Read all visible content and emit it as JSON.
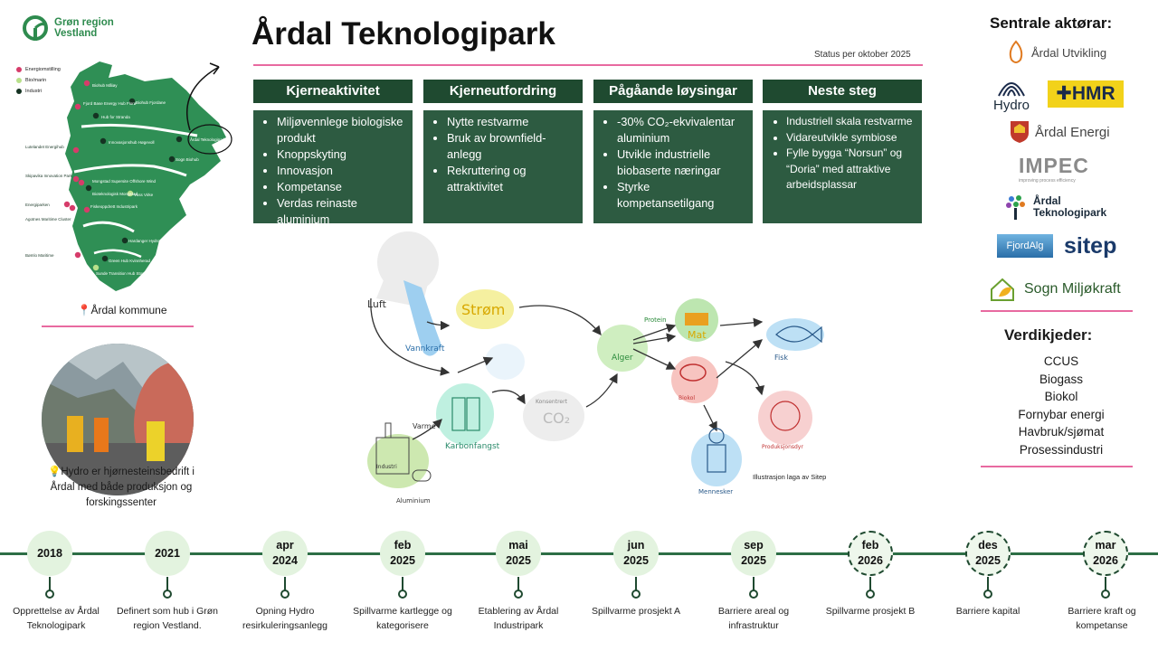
{
  "logo": {
    "line1": "Grøn region",
    "line2": "Vestland"
  },
  "map": {
    "legend": [
      {
        "label": "Energiomstilling",
        "color": "#d63c6a"
      },
      {
        "label": "Bio/marin",
        "color": "#b8e08a"
      },
      {
        "label": "Industri",
        "color": "#153322"
      }
    ],
    "places": [
      "Biohub Måløy",
      "Fjord Base Energy Hub Florø",
      "Hub for Stranda",
      "Biohub Fjordane",
      "Innovasjonshub Høgevoll",
      "Lutelandet Energihub",
      "Årdal Teknologipark",
      "Sogn Biohub",
      "Skipavika Innovation Park",
      "Mongstad Supersite Offshore Wind",
      "Bioteknologisk Mongstad",
      "Voss Virke",
      "Energiparken",
      "Fiskeoppdrett Industripark",
      "Agotnes Maritime Cluster",
      "Hardanger Hydrogen Hub",
      "Bømlo Maritime",
      "Green Hub Kvinnherad",
      "Sunde Transition Hub Stord"
    ],
    "kommune_label": "Årdal kommune"
  },
  "photo_caption": "Hydro er hjørnesteinsbedrift i Årdal med både produksjon og forskingssenter",
  "title": "Årdal Teknologipark",
  "status": "Status per oktober 2025",
  "columns": [
    {
      "heading": "Kjerneaktivitet",
      "items": [
        "Miljøvennlege biologiske produkt",
        "Knoppskyting",
        "Innovasjon",
        "Kompetanse",
        "Verdas reinaste aluminium"
      ]
    },
    {
      "heading": "Kjerneutfordring",
      "items": [
        "Nytte restvarme",
        "Bruk av brownfield-anlegg",
        "Rekruttering og attraktivitet"
      ]
    },
    {
      "heading": "Pågåande løysingar",
      "items": [
        "-30% CO₂-ekvivalentar aluminium",
        "Utvikle industrielle biobaserte næringar",
        "Styrke kompetansetilgang"
      ]
    },
    {
      "heading": "Neste steg",
      "items": [
        "Industriell skala restvarme",
        "Vidareutvikle symbiose",
        "Fylle bygga “Norsun” og “Doria” med attraktive arbeidsplassar"
      ]
    }
  ],
  "actors": {
    "title": "Sentrale aktørar:",
    "names": [
      "Årdal Utvikling",
      "Hydro",
      "HMR",
      "Årdal Energi",
      "IMPEC",
      "improving process efficiency",
      "Årdal Teknologipark",
      "FjordAlg",
      "sitep",
      "Sogn Miljøkraft"
    ]
  },
  "verdikjeder": {
    "title": "Verdikjeder:",
    "items": [
      "CCUS",
      "Biogass",
      "Biokol",
      "Fornybar energi",
      "Havbruk/sjømat",
      "Prosessindustri"
    ]
  },
  "diagram": {
    "labels": {
      "luft": "Luft",
      "vannkraft": "Vannkraft",
      "strom": "Strøm",
      "industri": "Industri",
      "aluminium": "Aluminium",
      "varme": "Varme",
      "karbonfangst": "Karbonfangst",
      "konsentrert": "Konsentrert",
      "co2": "CO₂",
      "alger": "Alger",
      "protein": "Protein",
      "mat": "Mat",
      "biokol": "Biokol",
      "fisk": "Fisk",
      "produksjonsdyr": "Produksjonsdyr",
      "mennesker": "Mennesker"
    },
    "credit": "Illustrasjon laga av Sitep"
  },
  "timeline": [
    {
      "top": "2018",
      "bottom": "",
      "text": "Opprettelse av Årdal Teknologipark",
      "dashed": false
    },
    {
      "top": "2021",
      "bottom": "",
      "text": "Definert som hub i Grøn region Vestland.",
      "dashed": false
    },
    {
      "top": "apr",
      "bottom": "2024",
      "text": "Opning Hydro resirkuleringsanlegg",
      "dashed": false
    },
    {
      "top": "feb",
      "bottom": "2025",
      "text": "Spillvarme kartlegge og kategorisere",
      "dashed": false
    },
    {
      "top": "mai",
      "bottom": "2025",
      "text": "Etablering av Årdal Industripark",
      "dashed": false
    },
    {
      "top": "jun",
      "bottom": "2025",
      "text": "Spillvarme prosjekt A",
      "dashed": false
    },
    {
      "top": "sep",
      "bottom": "2025",
      "text": "Barriere areal og infrastruktur",
      "dashed": false
    },
    {
      "top": "feb",
      "bottom": "2026",
      "text": "Spillvarme prosjekt B",
      "dashed": true
    },
    {
      "top": "des",
      "bottom": "2025",
      "text": "Barriere kapital",
      "dashed": true
    },
    {
      "top": "mar",
      "bottom": "2026",
      "text": "Barriere kraft og kompetanse",
      "dashed": true
    }
  ]
}
